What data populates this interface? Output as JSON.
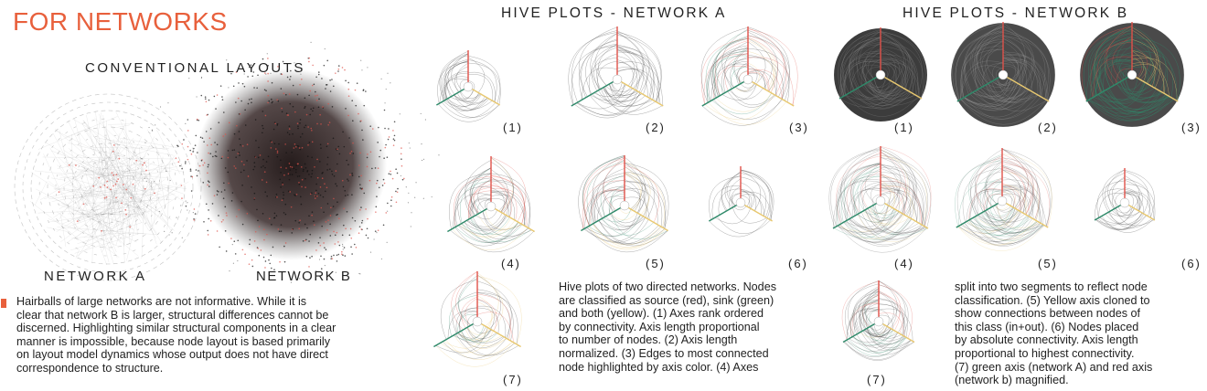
{
  "title": "FOR NETWORKS",
  "conventional": {
    "heading": "CONVENTIONAL LAYOUTS",
    "label_a": "NETWORK A",
    "label_b": "NETWORK B",
    "caption": [
      "Hairballs of large networks are not informative. While it is",
      "clear that network B is larger, structural differences cannot be",
      "discerned. Highlighting similar structural components in a clear",
      "manner is impossible, because node layout is based primarily",
      "on layout model dynamics whose output does not have direct",
      "correspondence to structure."
    ]
  },
  "hive_a": {
    "heading": "HIVE PLOTS - NETWORK A",
    "labels": [
      "(1)",
      "(2)",
      "(3)",
      "(4)",
      "(5)",
      "(6)",
      "(7)"
    ],
    "caption": [
      "Hive plots of two directed networks. Nodes",
      "are classified as source (red), sink (green)",
      "and both (yellow). (1) Axes rank ordered",
      "by connectivity. Axis length proportional",
      "to number of nodes. (2) Axis length",
      "normalized. (3) Edges to most connected",
      "node highlighted by axis color. (4) Axes"
    ]
  },
  "hive_b": {
    "heading": "HIVE PLOTS - NETWORK B",
    "labels": [
      "(1)",
      "(2)",
      "(3)",
      "(4)",
      "(5)",
      "(6)",
      "(7)"
    ],
    "caption": [
      "split into two segments to reflect node",
      "classification. (5) Yellow axis cloned to",
      "show connections between nodes of",
      "this class (in+out). (6) Nodes placed",
      "by absolute connectivity. Axis length",
      "proportional to highest connectivity.",
      "(7) green axis (network A) and red axis",
      "(network b) magnified."
    ]
  },
  "colors": {
    "accent": "#e8603c",
    "source": "#e0524a",
    "sink": "#2f8a6a",
    "both": "#e8c870"
  }
}
